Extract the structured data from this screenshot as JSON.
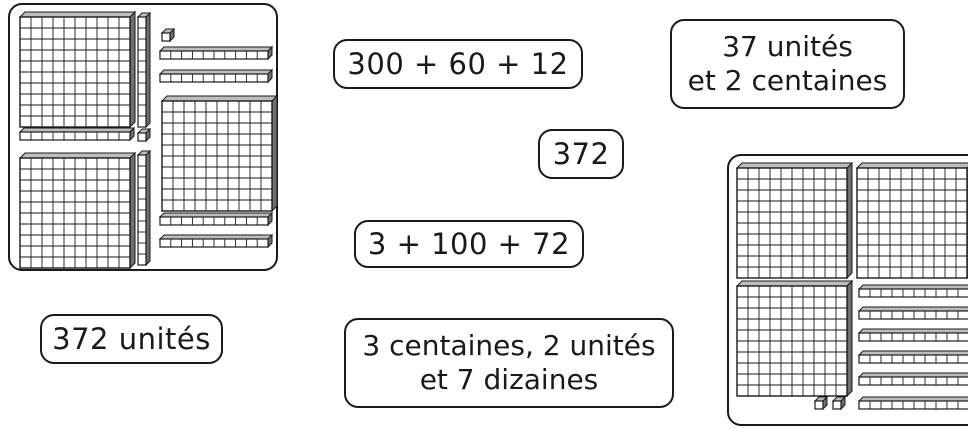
{
  "cards": {
    "expanded_sum": "300 + 60 + 12",
    "units_and_hundreds_line1": "37 unités",
    "units_and_hundreds_line2": "et 2 centaines",
    "number": "372",
    "mixed_sum": "3 + 100 + 72",
    "units_label": "372 unités",
    "words_line1": "3 centaines, 2 unités",
    "words_line2": "et 7 dizaines"
  },
  "blocks": {
    "left_panel": {
      "hundreds": 3,
      "tens": 7,
      "units": 2
    },
    "right_panel": {
      "hundreds": 3,
      "tens": 6,
      "units": 2
    }
  }
}
